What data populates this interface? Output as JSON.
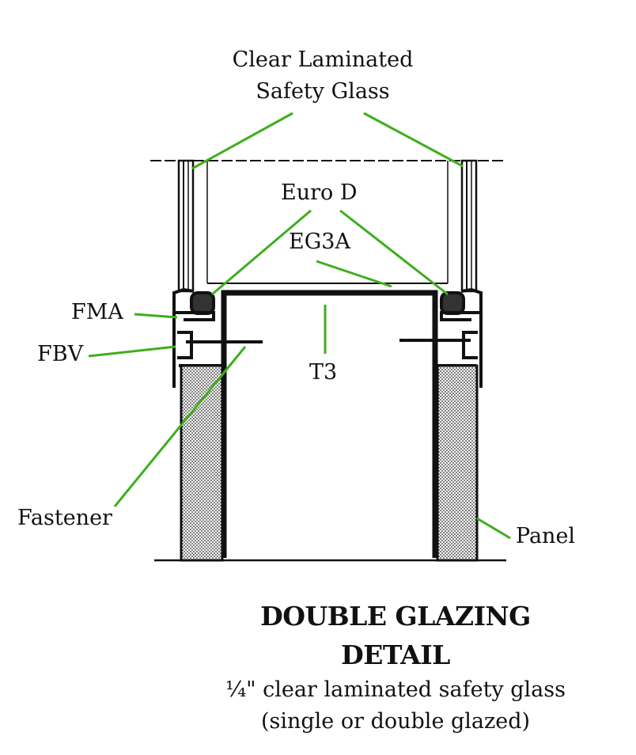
{
  "labels": {
    "glass_line1": "Clear Laminated",
    "glass_line2": "Safety Glass",
    "euro_d": "Euro D",
    "eg3a": "EG3A",
    "t3": "T3",
    "fma": "FMA",
    "fbv": "FBV",
    "fastener": "Fastener",
    "panel": "Panel"
  },
  "caption": {
    "title_line1": "DOUBLE GLAZING",
    "title_line2": "DETAIL",
    "sub_line1": "¼\" clear laminated safety glass",
    "sub_line2": "(single or double glazed)"
  },
  "colors": {
    "leader": "#3fae1c",
    "ink": "#111111"
  }
}
